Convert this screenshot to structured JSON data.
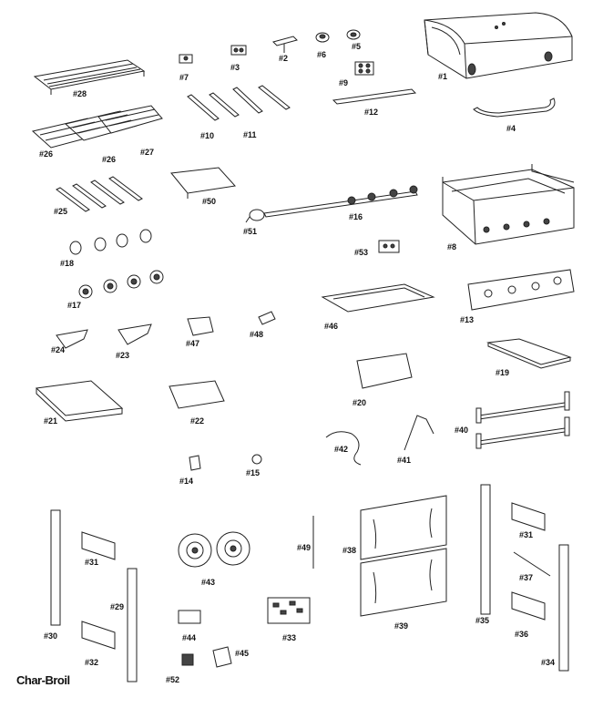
{
  "brand": {
    "name": "Char-Broil",
    "accent": "#111111"
  },
  "labels": {
    "p1": "#1",
    "p2": "#2",
    "p3": "#3",
    "p4": "#4",
    "p5": "#5",
    "p6": "#6",
    "p7": "#7",
    "p8": "#8",
    "p9": "#9",
    "p10": "#10",
    "p11": "#11",
    "p12": "#12",
    "p13": "#13",
    "p14": "#14",
    "p15": "#15",
    "p16": "#16",
    "p17": "#17",
    "p18": "#18",
    "p19": "#19",
    "p20": "#20",
    "p21": "#21",
    "p22": "#22",
    "p23": "#23",
    "p24": "#24",
    "p25": "#25",
    "p26a": "#26",
    "p26b": "#26",
    "p27": "#27",
    "p28": "#28",
    "p29": "#29",
    "p30": "#30",
    "p31a": "#31",
    "p31b": "#31",
    "p32": "#32",
    "p33": "#33",
    "p34": "#34",
    "p35": "#35",
    "p36": "#36",
    "p37": "#37",
    "p38": "#38",
    "p39": "#39",
    "p40": "#40",
    "p41": "#41",
    "p42": "#42",
    "p43": "#43",
    "p44": "#44",
    "p45": "#45",
    "p46": "#46",
    "p47": "#47",
    "p48": "#48",
    "p49": "#49",
    "p50": "#50",
    "p51": "#51",
    "p52": "#52",
    "p53": "#53"
  }
}
